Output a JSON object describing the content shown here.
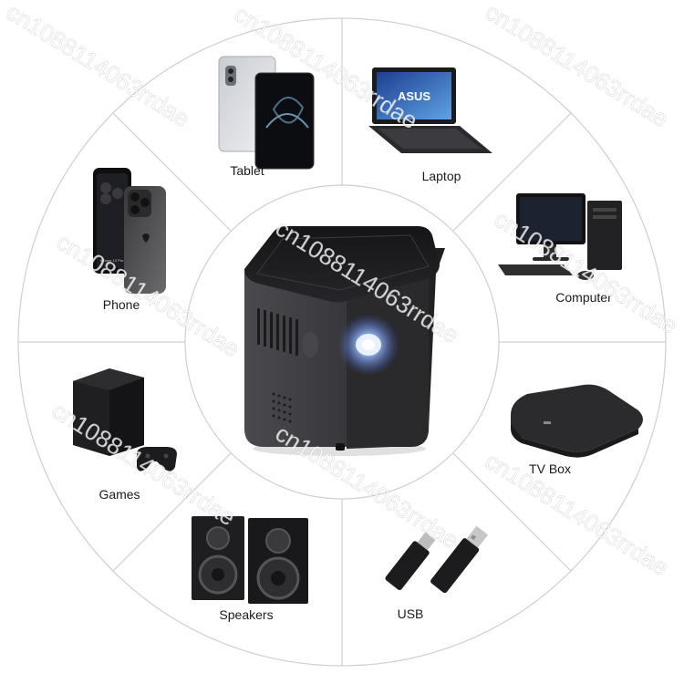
{
  "center_device": {
    "name": "mini-cube-projector"
  },
  "segments": [
    {
      "key": "tablet",
      "label": "Tablet",
      "icon": "tablet-icon"
    },
    {
      "key": "laptop",
      "label": "Laptop",
      "icon": "laptop-icon",
      "brand": "ASUS"
    },
    {
      "key": "computer",
      "label": "Computer",
      "icon": "desktop-computer-icon"
    },
    {
      "key": "tvbox",
      "label": "TV Box",
      "icon": "tv-box-icon"
    },
    {
      "key": "usb",
      "label": "USB",
      "icon": "usb-drive-icon"
    },
    {
      "key": "speakers",
      "label": "Speakers",
      "icon": "speakers-icon"
    },
    {
      "key": "games",
      "label": "Games",
      "icon": "game-console-icon"
    },
    {
      "key": "phone",
      "label": "Phone",
      "icon": "phone-icon",
      "phone_box_text": "iPhone 12 Pro Mockup"
    }
  ],
  "watermark": "cn1088114063rrdae",
  "colors": {
    "ring_line": "#cfcfcf",
    "device_dark": "#2b2b2d",
    "lens_glow": "#7ea8ff"
  }
}
